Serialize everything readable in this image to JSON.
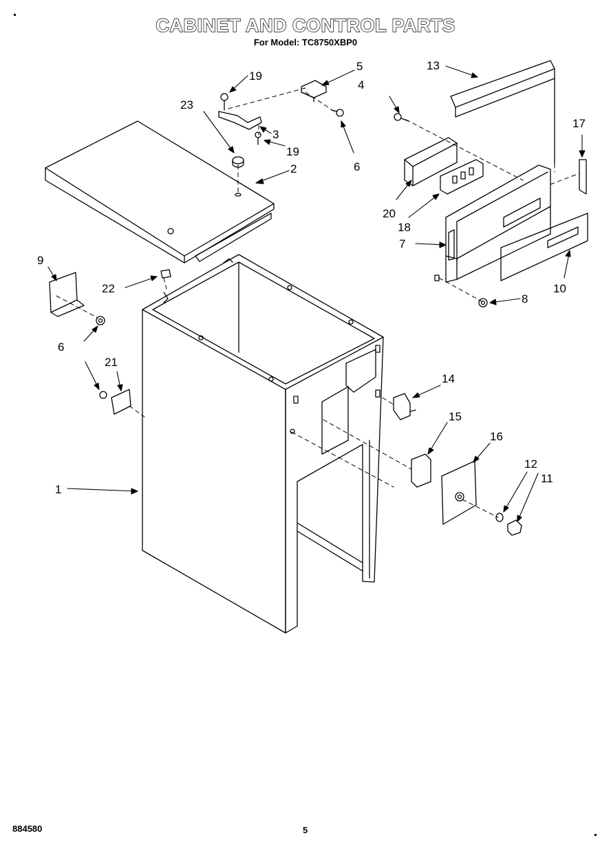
{
  "header": {
    "title": "CABINET AND CONTROL PARTS",
    "subtitle": "For Model: TC8750XBP0"
  },
  "footer": {
    "code": "884580",
    "page": "5"
  },
  "callouts": {
    "c1": "1",
    "c2": "2",
    "c3": "3",
    "c4": "4",
    "c5": "5",
    "c6a": "6",
    "c6b": "6",
    "c7": "7",
    "c8": "8",
    "c9": "9",
    "c10": "10",
    "c11": "11",
    "c12": "12",
    "c13": "13",
    "c14": "14",
    "c15": "15",
    "c16": "16",
    "c17": "17",
    "c18": "18",
    "c19a": "19",
    "c19b": "19",
    "c20": "20",
    "c21": "21",
    "c22": "22",
    "c23": "23"
  }
}
